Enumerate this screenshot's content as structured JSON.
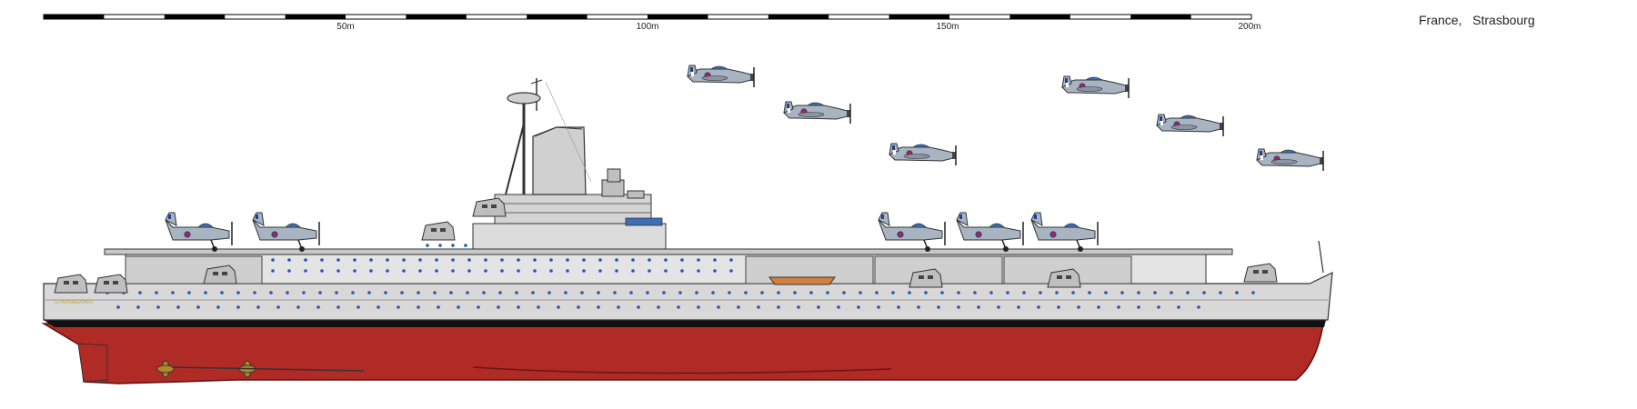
{
  "scale": {
    "ticks": [
      "50m",
      "100m",
      "150m",
      "200m"
    ]
  },
  "caption": {
    "country": "France",
    "ship_name": "Strasbourg"
  },
  "ship": {
    "hull_name_text": "STRASBOURG",
    "colors": {
      "hull_upper": "#d8d8d8",
      "hull_lower": "#b02a26",
      "boot_topping": "#111111",
      "deck_grey": "#c8c8c8",
      "porthole": "#2b55a8",
      "propeller": "#b08a2a",
      "aircraft_body": "#a9b4c2",
      "aircraft_canopy": "#3c6fb8",
      "roundel_red": "#c8202c"
    }
  }
}
